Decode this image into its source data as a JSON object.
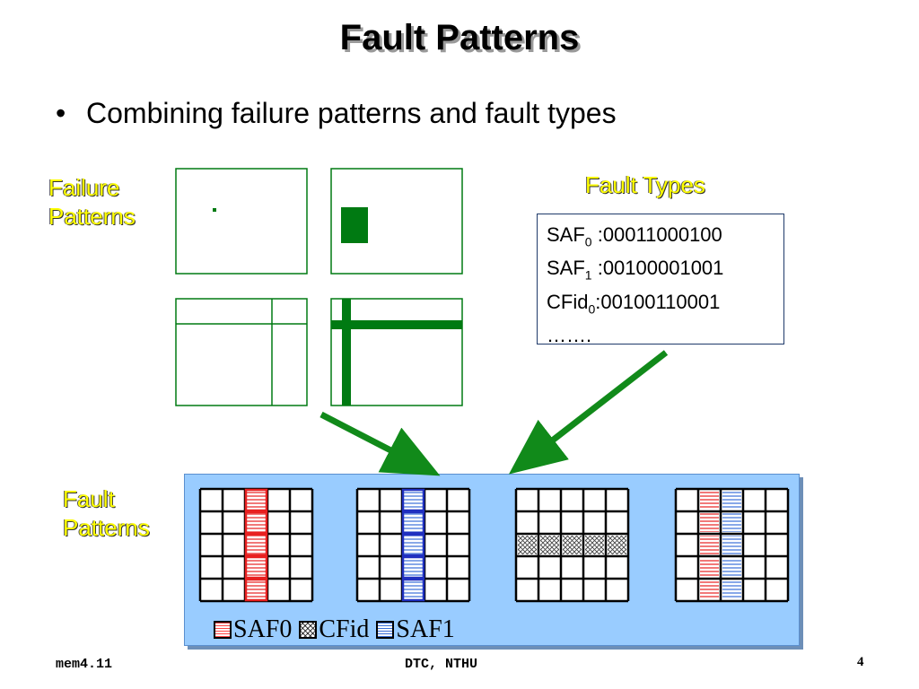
{
  "title": "Fault Patterns",
  "bullet": {
    "symbol": "•",
    "text": "Combining failure patterns and fault types"
  },
  "failure_patterns_label": {
    "line1": "Failure",
    "line2": "Patterns"
  },
  "fault_types_label": "Fault Types",
  "fault_types": [
    {
      "name": "SAF",
      "sub": "0",
      "value": " :00011000100"
    },
    {
      "name": "SAF",
      "sub": "1",
      "value": " :00100001001"
    },
    {
      "name": "CFid",
      "sub": "0",
      "value": ":00100110001"
    }
  ],
  "fault_types_more": "…….",
  "fault_patterns_label": {
    "line1": "Fault",
    "line2": "Patterns"
  },
  "legend": {
    "saf0": "SAF0",
    "cfid": "CFid",
    "saf1": "SAF1"
  },
  "footer": {
    "left": "mem4.11",
    "center": "DTC, NTHU",
    "page": "4"
  },
  "colors": {
    "pattern_green": "#007a12",
    "label_yellow": "#ffff00",
    "panel_blue": "#99ccff",
    "arrow_green": "#118a1a",
    "saf0_red": "#e82020",
    "saf1_blue": "#2030c0"
  }
}
